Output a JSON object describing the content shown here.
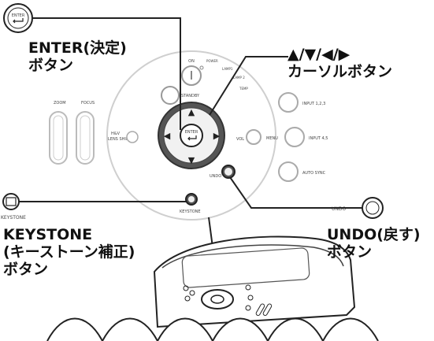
{
  "callouts": {
    "enter": {
      "line1": "ENTER(決定)",
      "line2": "ボタン",
      "icon_text": "ENTER"
    },
    "cursor": {
      "line1": "▲/▼/◀/▶",
      "line2": "カーソルボタン"
    },
    "keystone": {
      "line1": "KEYSTONE",
      "line2": "(キーストーン補正)",
      "line3": "ボタン",
      "icon_caption": "KEYSTONE"
    },
    "undo": {
      "line1": "UNDO(戻す)",
      "line2": "ボタン",
      "icon_caption": "UNDO"
    }
  },
  "panel": {
    "on": "ON",
    "standby": "STANDBY",
    "power": "POWER",
    "lamp1": "LAMP1",
    "lamp2": "LAMP 2",
    "temp": "TEMP",
    "zoom": "ZOOM",
    "focus": "FOCUS",
    "lens_shift_1": "H&V",
    "lens_shift_2": "LENS SHIFT",
    "vol_1": "",
    "vol_2": "VOL",
    "menu": "MENU",
    "undo": "UNDO",
    "keystone": "KEYSTONE",
    "input_123": "INPUT 1,2,3",
    "input_45": "INPUT 4,5",
    "auto_sync": "AUTO SYNC",
    "enter_center": "ENTER"
  }
}
